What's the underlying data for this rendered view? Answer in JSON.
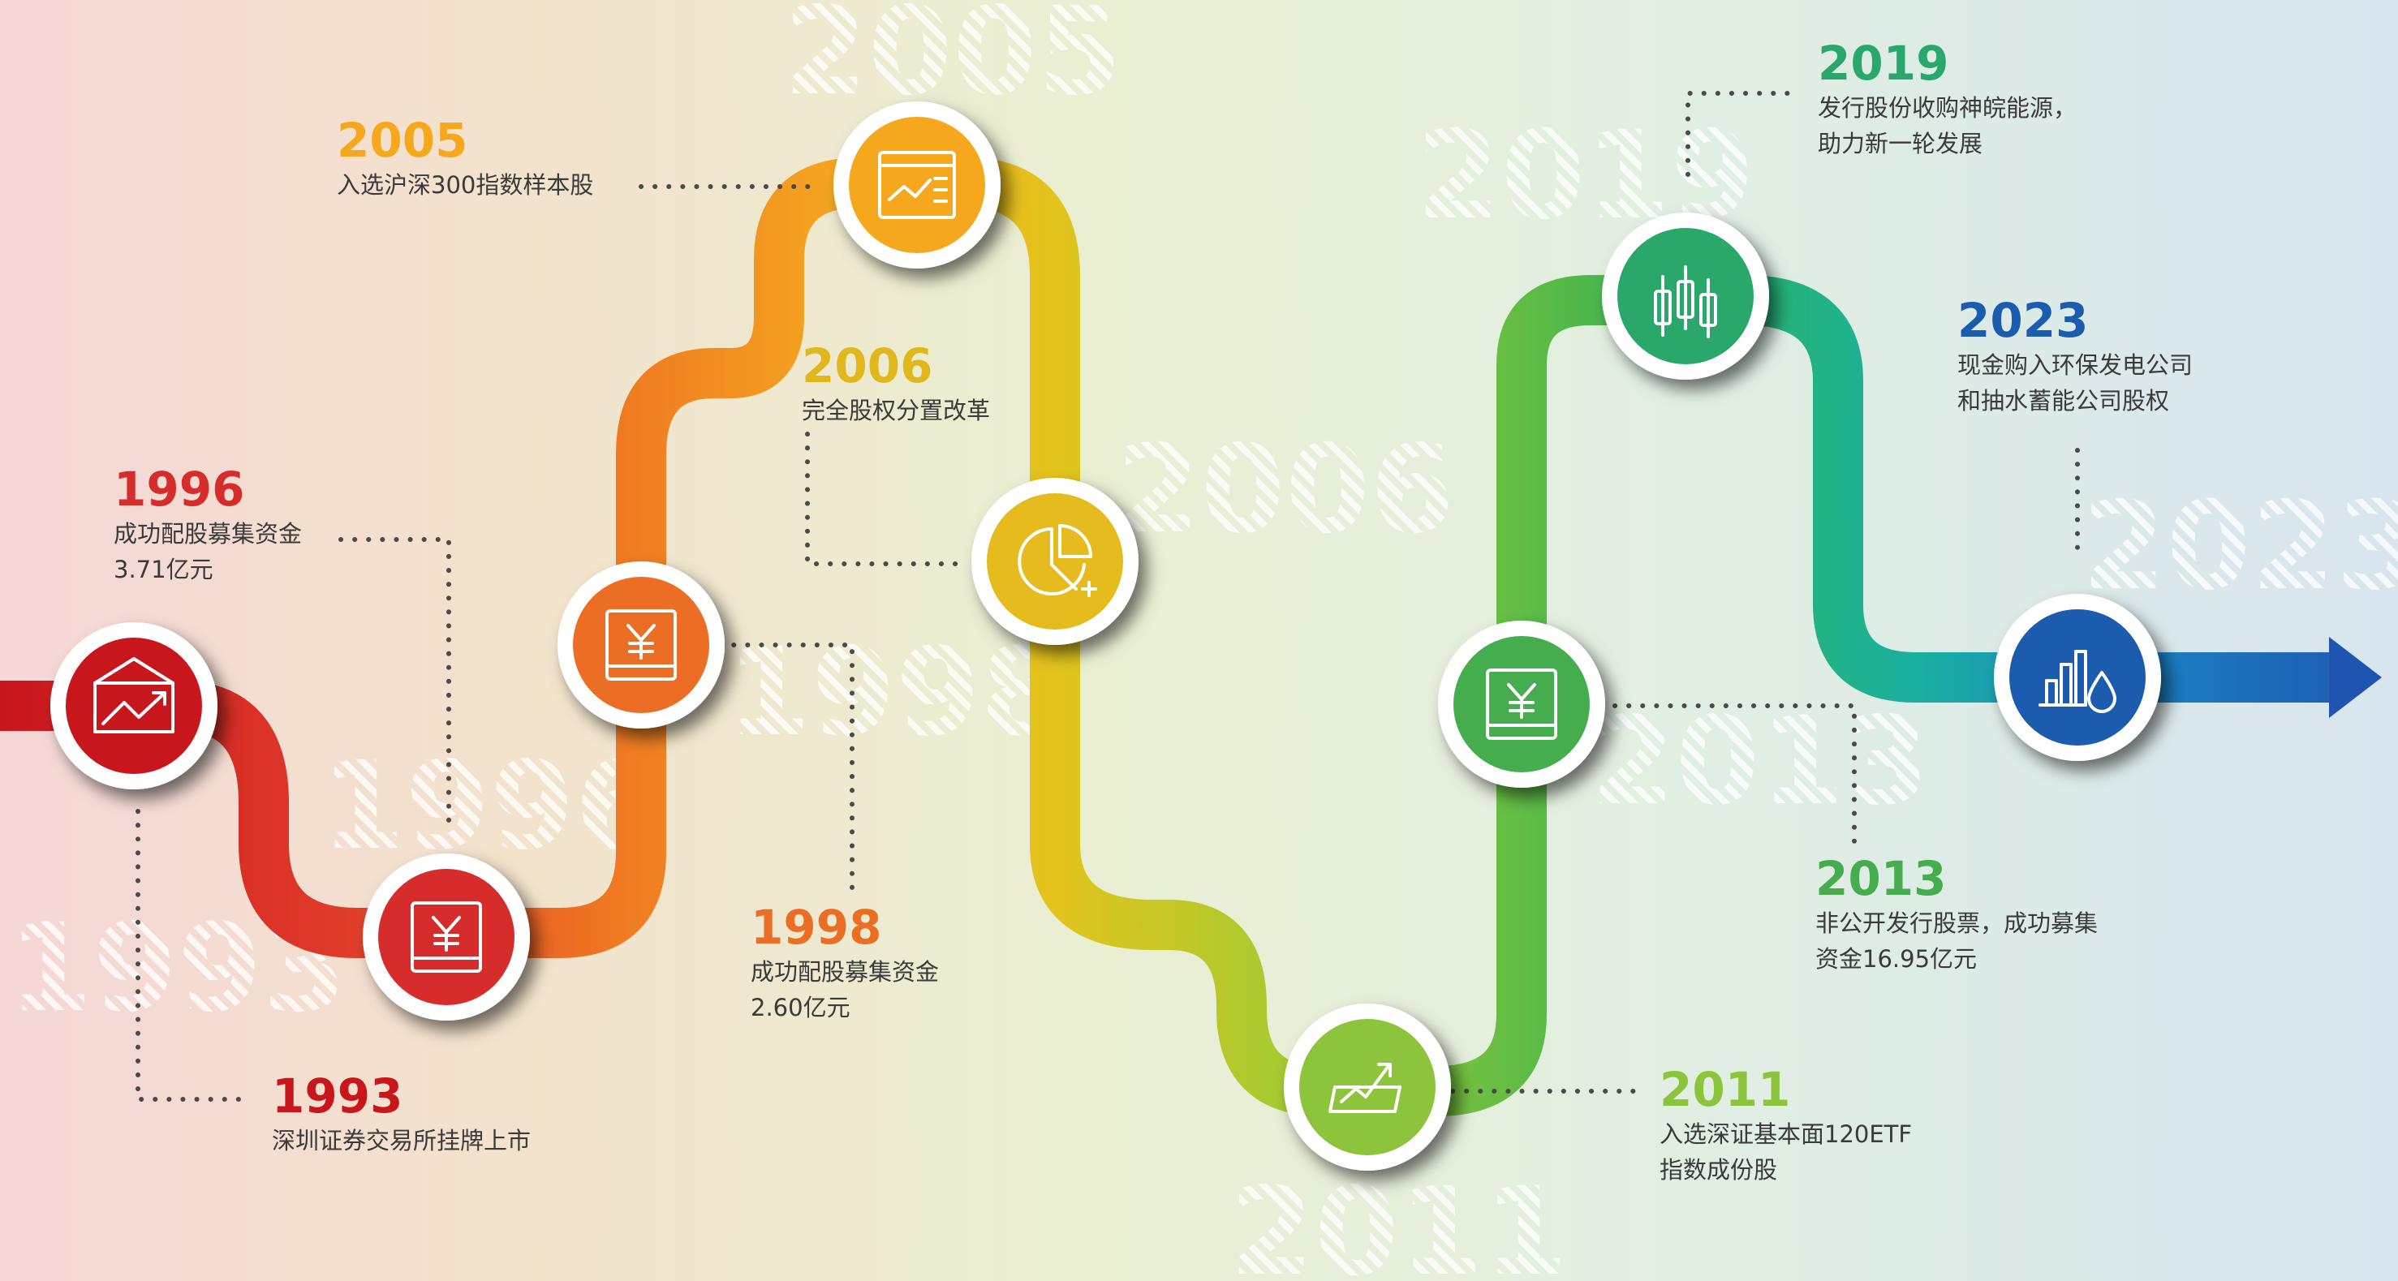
{
  "milestones": [
    {
      "year": "1993",
      "lines": [
        "深圳证券交易所挂牌上市"
      ],
      "color": "#c8161d",
      "icon": "envelope-chart-icon"
    },
    {
      "year": "1996",
      "lines": [
        "成功配股募集资金",
        "3.71亿元"
      ],
      "color": "#d62d2c",
      "icon": "yuan-card-icon"
    },
    {
      "year": "1998",
      "lines": [
        "成功配股募集资金",
        "2.60亿元"
      ],
      "color": "#ec6e24",
      "icon": "yuan-card-icon"
    },
    {
      "year": "2005",
      "lines": [
        "入选沪深300指数样本股"
      ],
      "color": "#f5a81e",
      "icon": "index-chart-icon"
    },
    {
      "year": "2006",
      "lines": [
        "完全股权分置改革"
      ],
      "color": "#e5bb1e",
      "icon": "pie-plus-icon"
    },
    {
      "year": "2011",
      "lines": [
        "入选深证基本面120ETF",
        "指数成份股"
      ],
      "color": "#8cc43c",
      "icon": "trend-up-icon"
    },
    {
      "year": "2013",
      "lines": [
        "非公开发行股票，成功募集",
        "资金16.95亿元"
      ],
      "color": "#45ad4e",
      "icon": "yuan-card-icon"
    },
    {
      "year": "2019",
      "lines": [
        "发行股份收购神皖能源，",
        "助力新一轮发展"
      ],
      "color": "#2aa76b",
      "icon": "candlestick-icon"
    },
    {
      "year": "2023",
      "lines": [
        "现金购入环保发电公司",
        "和抽水蓄能公司股权"
      ],
      "color": "#1c5cae",
      "icon": "bars-drop-icon"
    }
  ]
}
